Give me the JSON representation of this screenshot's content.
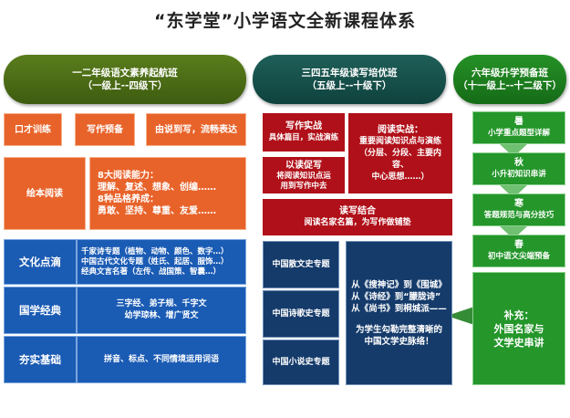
{
  "title": "“东学堂”小学语文全新课程体系",
  "col1": {
    "header": "一二年级语文素养起航班\n（一级上--四级下）",
    "oral": "口才训练",
    "prep": "写作预备",
    "flow": "由说到写，流畅表达",
    "picture": "绘本阅读",
    "ability": "8大阅读能力：\n理解、复述、想象、创编……\n8种品格养成：\n勇敢、坚持、尊重、友爱……",
    "culture": "文化点滴",
    "culture_desc": "千家诗专题（植物、动物、颜色、数字…）\n中国古代文化专题（姓氏、起居、服饰…）\n经典文言名著（左传、战国策、智囊…）",
    "classics": "国学经典",
    "classics_desc": "三字经、弟子规、千字文\n幼学琼林、增广贤文",
    "basics": "夯实基础",
    "basics_desc": "拼音、标点、不同情境运用词语"
  },
  "col2": {
    "header": "三四五年级读写培优班\n（五级上--十级下）",
    "write_title": "写作实战",
    "write_desc": "具体篇目，实战演练",
    "read_title": "阅读实战：",
    "read_desc": "重要阅读知识点与演练\n（分层、分段、主要内容、\n中心思想……）",
    "promote_title": "以读促写",
    "promote_desc": "将阅读知识点运\n用到写作中去",
    "combo_title": "读写结合",
    "combo_desc": "阅读名家名篇，为写作做铺垫",
    "prose": "中国散文史专题",
    "poetry": "中国诗歌史专题",
    "novel": "中国小说史专题",
    "lit_path": "从《搜神记》到《围城》\n从《诗经》到“朦胧诗”\n从《尚书》到桐城派——",
    "lit_goal": "为学生勾勒完整清晰的\n中国文学史脉络！"
  },
  "col3": {
    "header": "六年级升学预备班\n（十一级上--十二级下）",
    "s1": "暑",
    "s1_desc": "小学重点题型详解",
    "s2": "秋",
    "s2_desc": "小升初知识串讲",
    "s3": "寒",
    "s3_desc": "答题规范与高分技巧",
    "s4": "春",
    "s4_desc": "初中语文尖端预备",
    "supp": "补充：\n外国名家与\n文学史串讲"
  },
  "colors": {
    "olive": "#4c6e16",
    "teal": "#17514c",
    "green": "#1f8021",
    "orange": "#e8632a",
    "red": "#b01019",
    "blue": "#1a5bb4",
    "navy": "#153b6b"
  }
}
